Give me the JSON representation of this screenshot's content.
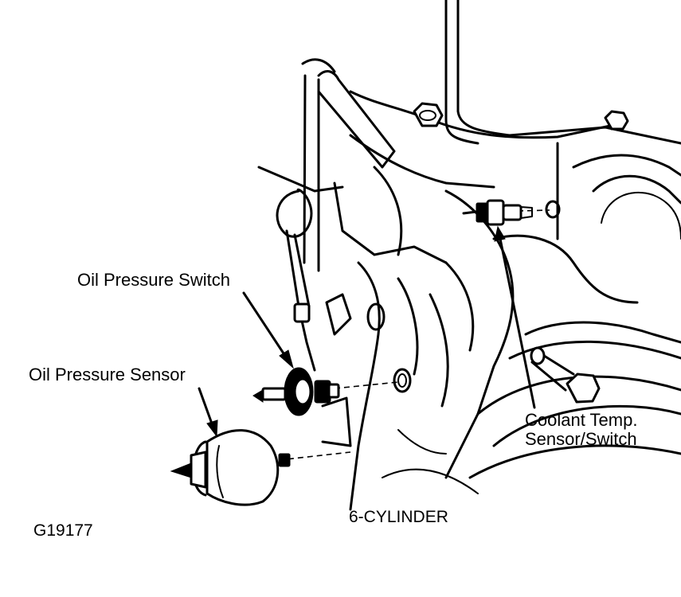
{
  "labels": {
    "oil_pressure_switch": "Oil Pressure Switch",
    "oil_pressure_sensor": "Oil Pressure Sensor",
    "coolant_line1": "Coolant Temp.",
    "coolant_line2": "Sensor/Switch",
    "engine": "6-CYLINDER",
    "figure_code": "G19177"
  },
  "colors": {
    "ink": "#000000",
    "paper": "#ffffff"
  }
}
